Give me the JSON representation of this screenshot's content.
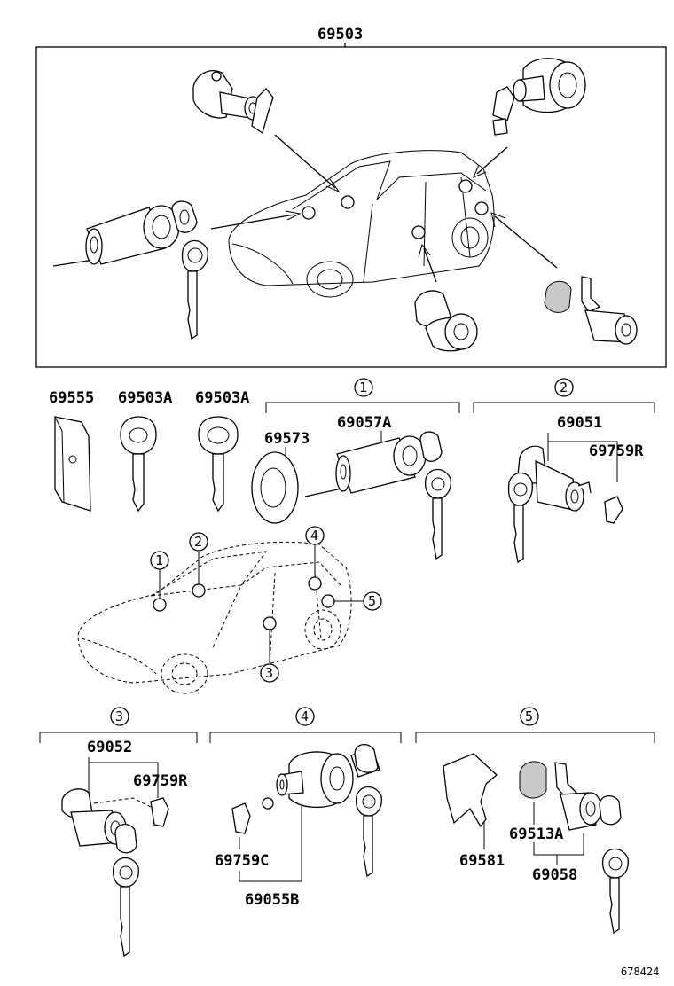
{
  "parts": {
    "top_assembly": "69503",
    "cover": "69555",
    "key_a": "69503A",
    "key_b": "69503A",
    "ring": "69573",
    "ignition_cyl": "69057A",
    "front_door_set": "69051",
    "front_clip": "69759R",
    "rear_door_set": "69052",
    "rear_clip": "69759R",
    "glove_clip": "69759C",
    "glove_set": "69055B",
    "back_bracket": "69581",
    "back_pad": "69513A",
    "back_set": "69058"
  },
  "callouts": {
    "c1": "1",
    "c2": "2",
    "c3": "3",
    "c4": "4",
    "c5": "5"
  },
  "reference": "678424"
}
